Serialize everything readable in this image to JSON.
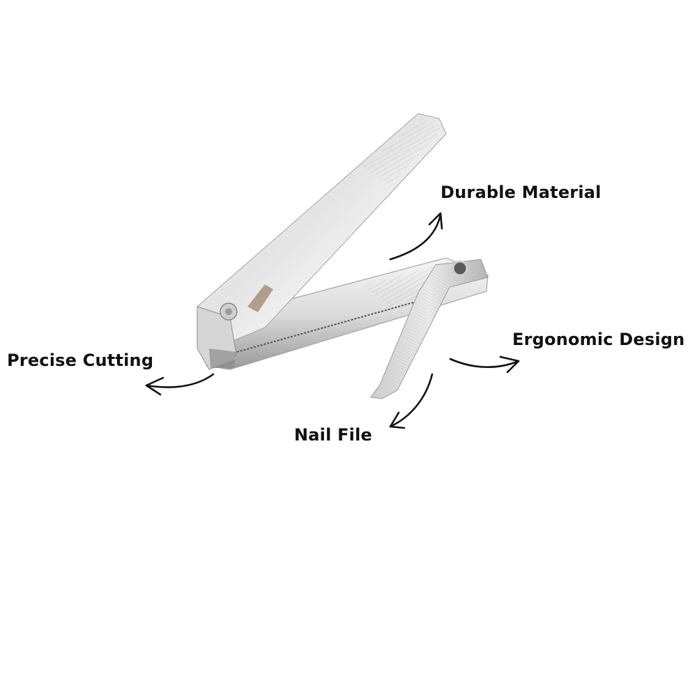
{
  "product": {
    "name": "nail-clipper",
    "features": [
      {
        "id": "durable",
        "label": "Durable Material"
      },
      {
        "id": "ergonomic",
        "label": "Ergonomic Design"
      },
      {
        "id": "precise",
        "label": "Precise Cutting"
      },
      {
        "id": "file",
        "label": "Nail File"
      }
    ]
  },
  "colors": {
    "background": "#ffffff",
    "text": "#111111",
    "arrow": "#111111",
    "metal_light": "#f2f2f2",
    "metal_mid": "#c9c9c9",
    "metal_dark": "#7a7a7a"
  }
}
